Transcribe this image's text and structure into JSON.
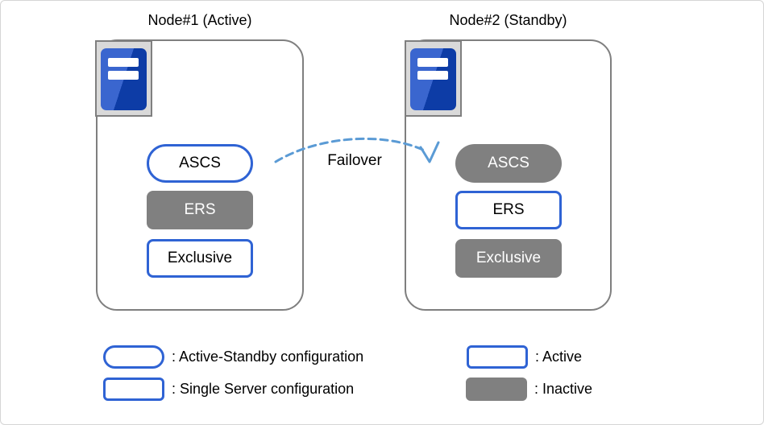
{
  "nodes": [
    {
      "title": "Node#1 (Active)",
      "items": [
        {
          "label": "ASCS",
          "shape": "pill",
          "state": "active"
        },
        {
          "label": "ERS",
          "shape": "rect",
          "state": "inactive"
        },
        {
          "label": "Exclusive",
          "shape": "rect",
          "state": "active"
        }
      ]
    },
    {
      "title": "Node#2 (Standby)",
      "items": [
        {
          "label": "ASCS",
          "shape": "pill",
          "state": "inactive"
        },
        {
          "label": "ERS",
          "shape": "rect",
          "state": "active"
        },
        {
          "label": "Exclusive",
          "shape": "rect",
          "state": "inactive"
        }
      ]
    }
  ],
  "arrow": {
    "label": "Failover",
    "color": "#5b9bd5",
    "style": "dashed-curve"
  },
  "legend": {
    "items": [
      {
        "swatch": "pill-active",
        "label": ": Active-Standby configuration"
      },
      {
        "swatch": "rect-active",
        "label": ": Single Server configuration"
      },
      {
        "swatch": "rect-active",
        "label": ": Active"
      },
      {
        "swatch": "rect-inactive",
        "label": ": Inactive"
      }
    ]
  },
  "colors": {
    "active_border_blue": "#2f63d4",
    "inactive_gray": "#808080",
    "node_border_gray": "#7f7f7f",
    "arrow_blue": "#5b9bd5",
    "server_icon_bg": "#d9d9d9",
    "server_blue_light": "#3a66cf",
    "server_blue_dark": "#0d3ca6"
  }
}
